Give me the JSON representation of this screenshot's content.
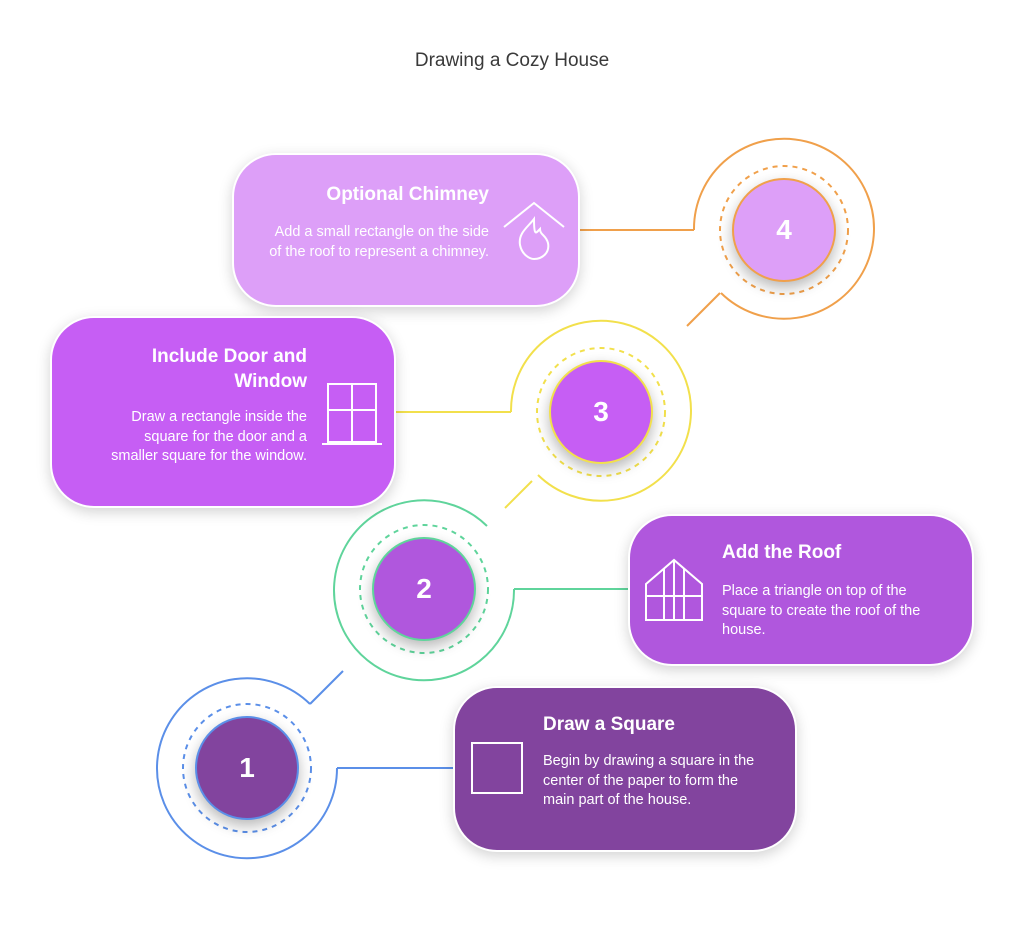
{
  "title": "Drawing a Cozy House",
  "colors": {
    "step1": "#82449e",
    "step2": "#b057dd",
    "step3": "#c65ef4",
    "step4": "#dd9ff8",
    "ring1": "#5b8fe8",
    "ring2": "#5fd49b",
    "ring3": "#f2e04c",
    "ring4": "#f0a04b"
  },
  "steps": [
    {
      "number": "1",
      "title": "Draw a Square",
      "description": "Begin by drawing a square in the center of the paper to form the main part of the house.",
      "icon": "square-icon"
    },
    {
      "number": "2",
      "title": "Add the Roof",
      "description": "Place a triangle on top of the square to create the roof of the house.",
      "icon": "greenhouse-icon"
    },
    {
      "number": "3",
      "title": "Include Door and Window",
      "description": "Draw a rectangle inside the square for the door and a smaller square for the window.",
      "icon": "window-icon"
    },
    {
      "number": "4",
      "title": "Optional Chimney",
      "description": "Add a small rectangle on the side of the roof to represent a chimney.",
      "icon": "fireplace-icon"
    }
  ]
}
